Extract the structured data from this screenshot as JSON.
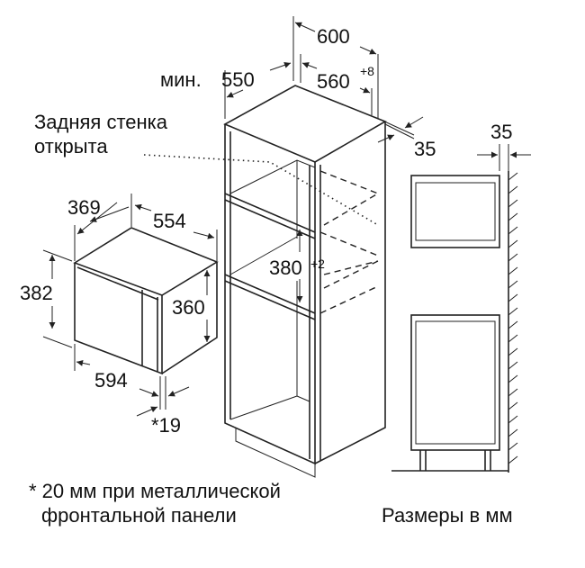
{
  "labels": {
    "dim_600": "600",
    "dim_min550_prefix": "мин.",
    "dim_550": "550",
    "dim_560": "560",
    "dim_560_tol": "+8",
    "dim_35_top": "35",
    "dim_35_side": "35",
    "rear_wall_line1": "Задняя стенка",
    "rear_wall_line2": "открыта",
    "dim_369": "369",
    "dim_554": "554",
    "dim_382": "382",
    "dim_360": "360",
    "dim_594": "594",
    "dim_19": "*19",
    "dim_380": "380",
    "dim_380_tol": "+2",
    "footnote_line1": "* 20 мм при металлической",
    "footnote_line2": "фронтальной панели",
    "units_note": "Размеры в мм"
  }
}
